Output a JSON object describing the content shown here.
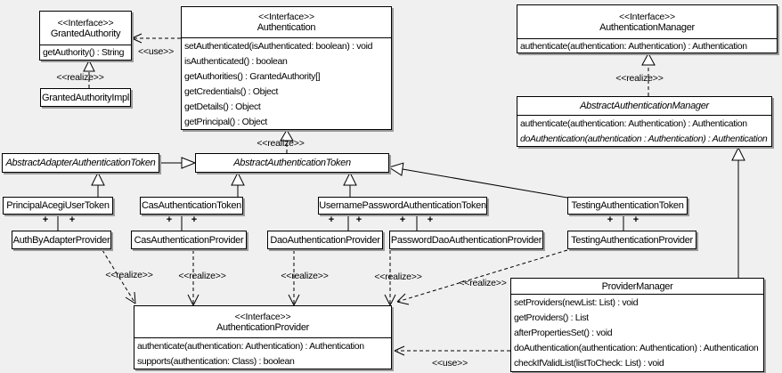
{
  "labels": {
    "realize": "<<realize>>",
    "use": "<<use>>",
    "plus": "+"
  },
  "classes": {
    "granted_authority": {
      "stereotype": "<<Interface>>",
      "name": "GrantedAuthority",
      "methods": [
        "getAuthority() : String"
      ]
    },
    "granted_authority_impl": {
      "name": "GrantedAuthorityImpl"
    },
    "authentication": {
      "stereotype": "<<Interface>>",
      "name": "Authentication",
      "methods": [
        "setAuthenticated(isAuthenticated: boolean) : void",
        "isAuthenticated() : boolean",
        "getAuthorities() : GrantedAuthority[]",
        "getCredentials() : Object",
        "getDetails() : Object",
        "getPrincipal() : Object"
      ]
    },
    "authentication_manager": {
      "stereotype": "<<Interface>>",
      "name": "AuthenticationManager",
      "methods": [
        "authenticate(authentication: Authentication) : Authentication"
      ]
    },
    "abstract_authentication_manager": {
      "name": "AbstractAuthenticationManager",
      "methods": [
        "authenticate(authentication: Authentication) : Authentication",
        "doAuthentication(authentication : Authentication) : Authentication"
      ]
    },
    "abstract_adapter_authentication_token": {
      "name": "AbstractAdapterAuthenticationToken"
    },
    "abstract_authentication_token": {
      "name": "AbstractAuthenticationToken"
    },
    "principal_acegi_user_token": {
      "name": "PrincipalAcegiUserToken"
    },
    "cas_authentication_token": {
      "name": "CasAuthenticationToken"
    },
    "username_password_authentication_token": {
      "name": "UsernamePasswordAuthenticationToken"
    },
    "testing_authentication_token": {
      "name": "TestingAuthenticationToken"
    },
    "auth_by_adapter_provider": {
      "name": "AuthByAdapterProvider"
    },
    "cas_authentication_provider": {
      "name": "CasAuthenticationProvider"
    },
    "dao_authentication_provider": {
      "name": "DaoAuthenticationProvider"
    },
    "password_dao_authentication_provider": {
      "name": "PasswordDaoAuthenticationProvider"
    },
    "testing_authentication_provider": {
      "name": "TestingAuthenticationProvider"
    },
    "authentication_provider": {
      "stereotype": "<<Interface>>",
      "name": "AuthenticationProvider",
      "methods": [
        "authenticate(authentication: Authentication) : Authentication",
        "supports(authentication: Class) : boolean"
      ]
    },
    "provider_manager": {
      "name": "ProviderManager",
      "methods": [
        "setProviders(newList: List) : void",
        "getProviders() : List",
        "afterPropertiesSet() : void",
        "doAuthentication(authentication: Authentication) : Authentication",
        "checkIfValidList(listToCheck: List) : void"
      ]
    }
  }
}
